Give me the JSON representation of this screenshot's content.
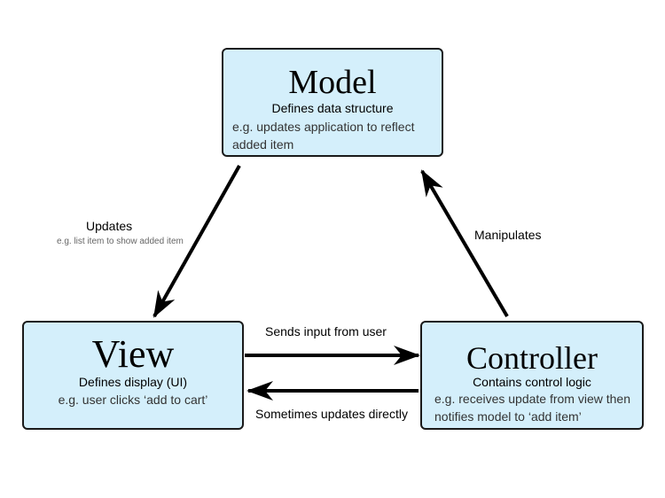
{
  "model": {
    "title": "Model",
    "subtitle": "Defines data structure",
    "description": "e.g. updates application to reflect added item"
  },
  "view": {
    "title": "View",
    "subtitle": "Defines display (UI)",
    "description": "e.g. user clicks ‘add to cart’"
  },
  "controller": {
    "title": "Controller",
    "subtitle": "Contains control logic",
    "description": "e.g. receives update from view then notifies model to ‘add item’"
  },
  "edges": {
    "updates_label": "Updates",
    "updates_example": "e.g. list item to show added item",
    "manipulates_label": "Manipulates",
    "sends_input_label": "Sends input from user",
    "sometimes_updates_label": "Sometimes updates directly"
  },
  "colors": {
    "box_fill": "#d4effb",
    "border": "#1a1a1a"
  }
}
